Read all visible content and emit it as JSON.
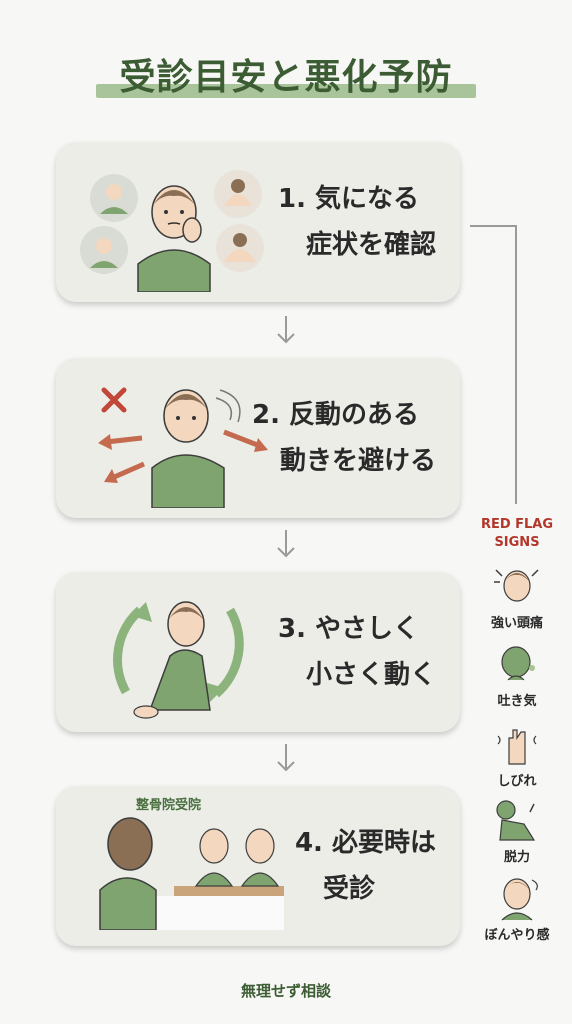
{
  "title": "受診目安と悪化予防",
  "steps": [
    {
      "line1": "1. 気になる",
      "line2": "症状を確認"
    },
    {
      "line1": "2. 反動のある",
      "line2": "動きを避ける"
    },
    {
      "line1": "3. やさしく",
      "line2": "小さく動く"
    },
    {
      "line1": "4. 必要時は",
      "line2": "受診",
      "sign": "整骨院受院"
    }
  ],
  "red_flags": {
    "heading_line1": "RED FLAG",
    "heading_line2": "SIGNS",
    "items": [
      {
        "label": "強い頭痛",
        "icon": "headache-icon"
      },
      {
        "label": "吐き気",
        "icon": "nausea-icon"
      },
      {
        "label": "しびれ",
        "icon": "numb-hand-icon"
      },
      {
        "label": "脱力",
        "icon": "weakness-icon"
      },
      {
        "label": "ぼんやり感",
        "icon": "dizzy-icon"
      }
    ]
  },
  "footer": "無理せず相談",
  "colors": {
    "green": "#7fa46f",
    "dark_green": "#3c5c33",
    "red": "#b3362b",
    "card": "#ecede7"
  }
}
